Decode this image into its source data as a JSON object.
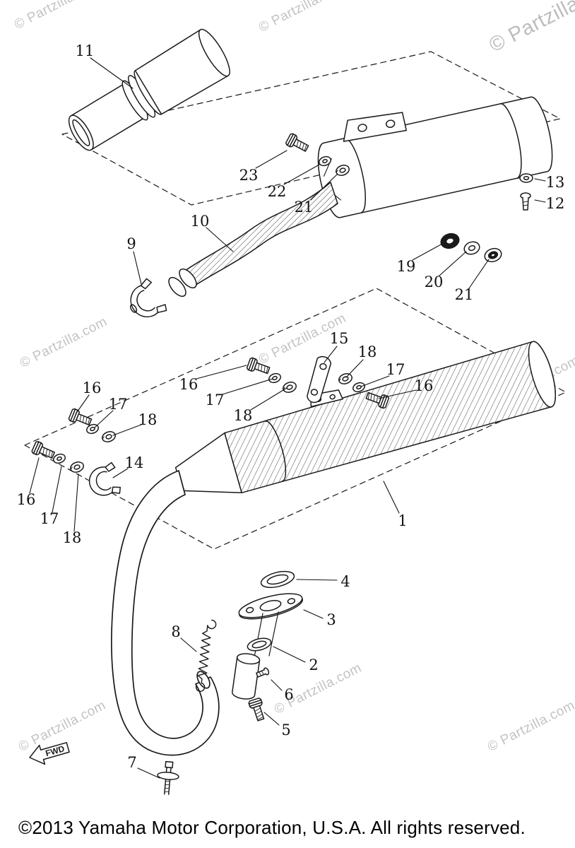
{
  "page": {
    "copyright": "©2013 Yamaha Motor Corporation, U.S.A. All rights reserved.",
    "fwd_label": "FWD"
  },
  "watermark": {
    "text": "© Partzilla.com"
  },
  "colors": {
    "line": "#1a1a1a",
    "watermark": "#c3c3c3",
    "background": "#ffffff"
  },
  "callouts": [
    {
      "label": "11"
    },
    {
      "label": "23"
    },
    {
      "label": "22"
    },
    {
      "label": "21"
    },
    {
      "label": "10"
    },
    {
      "label": "9"
    },
    {
      "label": "13"
    },
    {
      "label": "12"
    },
    {
      "label": "19"
    },
    {
      "label": "20"
    },
    {
      "label": "21"
    },
    {
      "label": "15"
    },
    {
      "label": "16"
    },
    {
      "label": "17"
    },
    {
      "label": "18"
    },
    {
      "label": "18"
    },
    {
      "label": "17"
    },
    {
      "label": "16"
    },
    {
      "label": "16"
    },
    {
      "label": "17"
    },
    {
      "label": "18"
    },
    {
      "label": "14"
    },
    {
      "label": "16"
    },
    {
      "label": "17"
    },
    {
      "label": "18"
    },
    {
      "label": "1"
    },
    {
      "label": "4"
    },
    {
      "label": "3"
    },
    {
      "label": "2"
    },
    {
      "label": "8"
    },
    {
      "label": "6"
    },
    {
      "label": "5"
    },
    {
      "label": "7"
    }
  ]
}
